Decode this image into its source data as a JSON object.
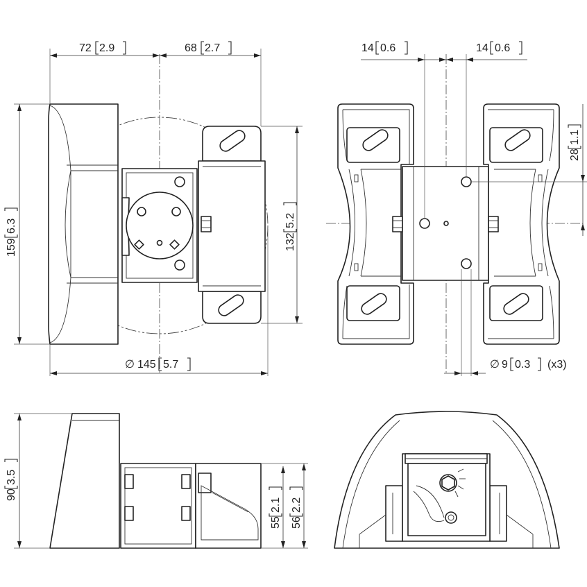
{
  "dimensions": {
    "top_left_width": "72",
    "top_left_width_in": "2.9",
    "top_right_width": "68",
    "top_right_width_in": "2.7",
    "total_height": "159",
    "total_height_in": "6.3",
    "bracket_height": "132",
    "bracket_height_in": "5.2",
    "circle_diameter_symbol": "∅",
    "circle_diameter": "145",
    "circle_diameter_in": "5.7",
    "offset_left": "14",
    "offset_left_in": "0.6",
    "offset_right": "14",
    "offset_right_in": "0.6",
    "hole_spacing": "28",
    "hole_spacing_in": "1.1",
    "hole_diameter_symbol": "∅",
    "hole_diameter": "9",
    "hole_diameter_in": "0.3",
    "hole_count": "(x3)",
    "side_height": "90",
    "side_height_in": "3.5",
    "side_depth_a": "55",
    "side_depth_a_in": "2.1",
    "side_depth_b": "56",
    "side_depth_b_in": "2.2"
  }
}
